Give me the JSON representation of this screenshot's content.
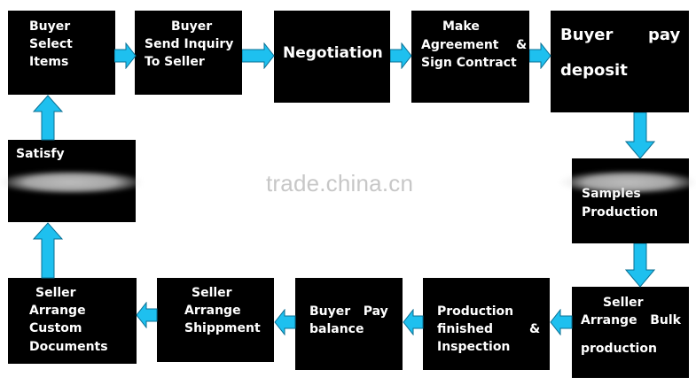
{
  "diagram": {
    "watermark": "trade.china.cn",
    "colors": {
      "box": "#000000",
      "text": "#ffffff",
      "arrow": "#1ec0ef",
      "arrow_outline": "#0a6f93"
    },
    "steps": {
      "s1": {
        "lines": [
          "Buyer",
          "Select",
          "Items"
        ]
      },
      "s2": {
        "lines": [
          "Buyer",
          "Send  Inquiry",
          "To Seller"
        ]
      },
      "s3": {
        "lines": [
          "Negotiation"
        ]
      },
      "s4": {
        "lines": [
          "Make",
          "Agreement    &",
          "Sign Contract"
        ]
      },
      "s5": {
        "lines": [
          "Buyer",
          "pay",
          "deposit"
        ]
      },
      "s6": {
        "lines": [
          "Samples",
          "Production"
        ]
      },
      "s7": {
        "lines": [
          "Seller",
          "Arrange   Bulk",
          "production"
        ]
      },
      "s8": {
        "lines": [
          "Production",
          "finished",
          "&",
          "Inspection"
        ]
      },
      "s9": {
        "lines": [
          "Buyer   Pay",
          "balance"
        ]
      },
      "s10": {
        "lines": [
          "Seller",
          "Arrange",
          "Shippment"
        ]
      },
      "s11": {
        "lines": [
          "Seller",
          "Arrange",
          "Custom",
          "Documents"
        ]
      },
      "s12": {
        "lines": [
          "Satisfy"
        ]
      }
    }
  }
}
